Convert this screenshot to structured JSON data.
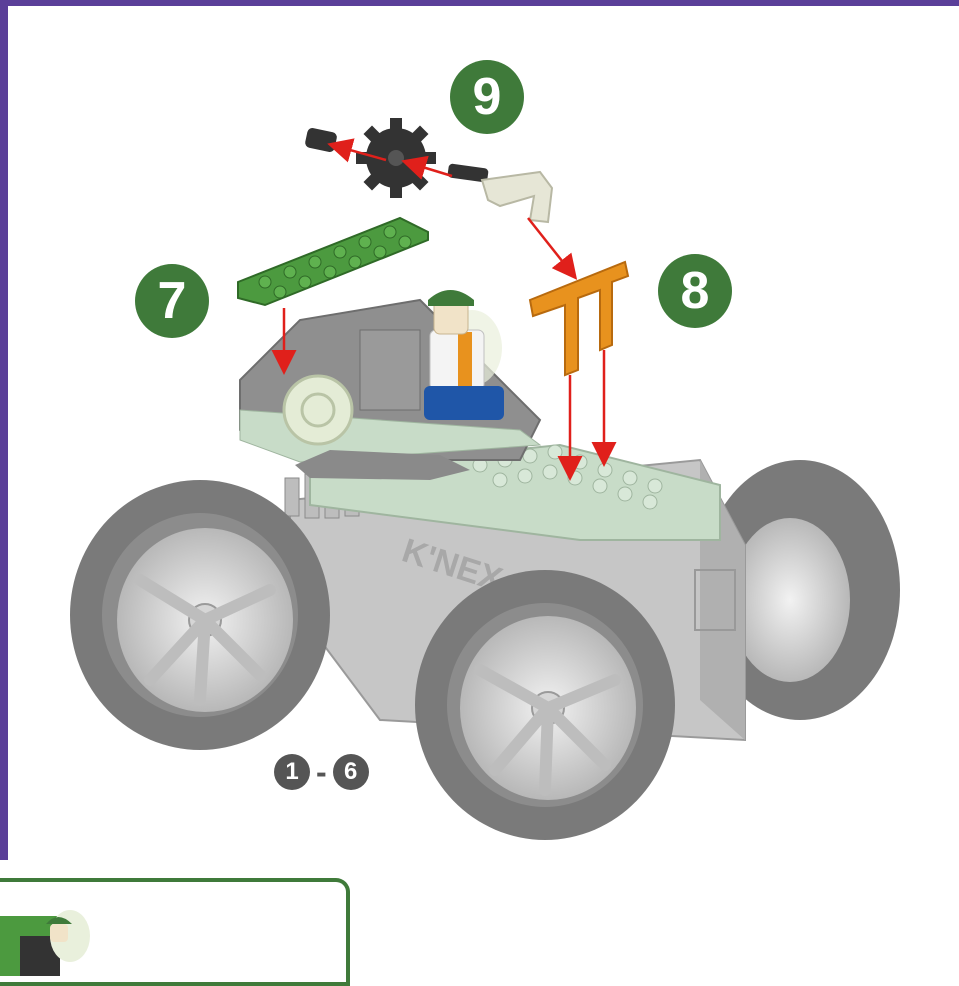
{
  "steps": {
    "step_7": "7",
    "step_8": "8",
    "step_9": "9"
  },
  "range": {
    "start": "1",
    "separator": "-",
    "end": "6"
  },
  "logo_text": "K'NEX",
  "colors": {
    "frame": "#5b3f99",
    "badge": "#3f7a3a",
    "arrow": "#e0201b",
    "green_plate": "#4c9a3f",
    "orange_part": "#e8921e",
    "mint_brick": "#c8dcc8",
    "gray_brick": "#8f8f8f",
    "tire": "#808080"
  }
}
